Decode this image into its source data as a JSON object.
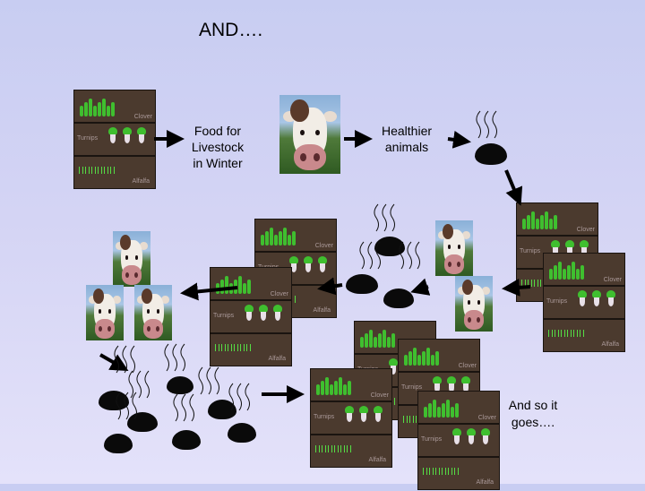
{
  "title": "AND….",
  "labels": {
    "food_line1": "Food for",
    "food_line2": "Livestock",
    "food_line3": "in Winter",
    "healthy_line1": "Healthier",
    "healthy_line2": "animals",
    "end_line1": "And so it",
    "end_line2": "goes…."
  },
  "crop_rows": {
    "clover": "Clover",
    "turnips": "Turnips",
    "alfalfa": "Alfalfa"
  },
  "icons": [
    "clover-icon",
    "turnip-icon",
    "alfalfa-icon",
    "cow-photo",
    "manure-icon",
    "steam-icon",
    "arrow-icon"
  ],
  "colors": {
    "background": "#d4d4f4",
    "soil": "#4b3a2e",
    "plant": "#3fbf2f",
    "manure": "#0a0a0a"
  }
}
